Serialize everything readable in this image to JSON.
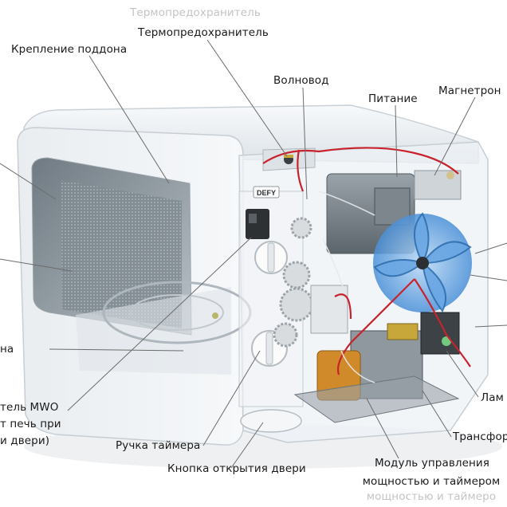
{
  "labels": {
    "ghost_top": "Термопредохранитель",
    "thermal_fuse": "Термопредохранитель",
    "tray_mount": "Крепление поддона",
    "waveguide": "Волновод",
    "power": "Питание",
    "magnetron": "Магнетрон",
    "left_partial": "на",
    "mwo_line1": "тель MWO",
    "mwo_line2": "т печь при",
    "mwo_line3": "и двери)",
    "timer_knob": "Ручка таймера",
    "door_button": "Кнопка открытия двери",
    "lamp": "Лам",
    "transformer": "Трансфор",
    "control_module_line1": "Модуль управления",
    "control_module_line2": "мощностью и таймером",
    "ghost_bottom": "мощностью и таймеро"
  },
  "brand_plate": "DEFY",
  "colors": {
    "label_text": "#1a1a1a",
    "leader_line": "#6b6b6b",
    "magnetron_fan": "#4a90d8",
    "red_wire": "#c8232c",
    "transformer_coil": "#d08a2a",
    "body_shell": "#eef2f5"
  }
}
